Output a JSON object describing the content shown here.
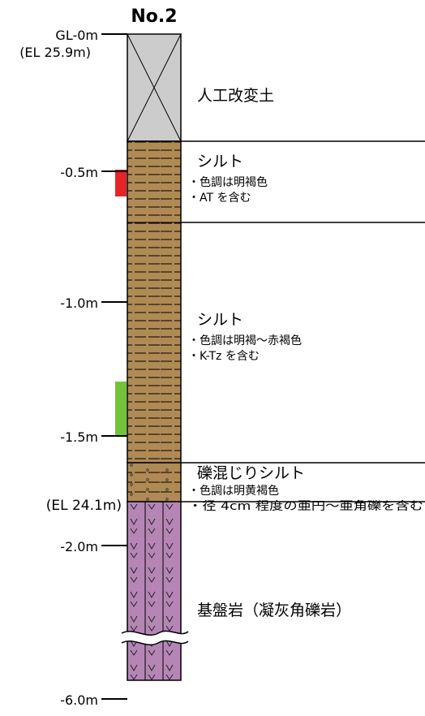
{
  "boring_id": "No.2",
  "depth_labels": {
    "top": "GL-0m",
    "top_elevation": "(EL 25.9m)",
    "d05": "-0.5m",
    "d10": "-1.0m",
    "d15": "-1.5m",
    "base_elevation": "(EL 24.1m)",
    "d20": "-2.0m",
    "d60": "-6.0m"
  },
  "layers": [
    {
      "name": "人工改変土",
      "notes": []
    },
    {
      "name": "シルト",
      "notes": [
        "・色調は明褐色",
        "・AT を含む"
      ]
    },
    {
      "name": "シルト",
      "notes": [
        "・色調は明褐～赤褐色",
        "・K-Tz を含む"
      ]
    },
    {
      "name": "礫混じりシルト",
      "notes": [
        "・色調は明黄褐色",
        "・径 4cm 程度の亜円～亜角礫を含む"
      ]
    },
    {
      "name": "基盤岩（凝灰角礫岩）",
      "notes": []
    }
  ],
  "colors": {
    "fill_soil": "#cccccc",
    "silt": "#b08a55",
    "bedrock": "#b586b5",
    "sample_red": "#e5242a",
    "sample_green": "#74c23a",
    "line": "#000000"
  }
}
